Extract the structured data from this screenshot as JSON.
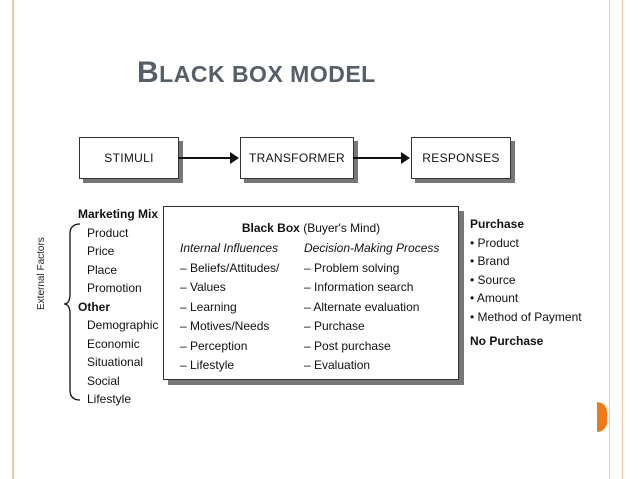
{
  "slide": {
    "title_first_letter": "B",
    "title_rest": "LACK BOX MODEL"
  },
  "flow": {
    "boxes": [
      "STIMULI",
      "TRANSFORMER",
      "RESPONSES"
    ]
  },
  "external_factors": {
    "axis_label": "External Factors",
    "marketing_mix_heading": "Marketing Mix",
    "marketing_mix_items": [
      "Product",
      "Price",
      "Place",
      "Promotion"
    ],
    "other_heading": "Other",
    "other_items": [
      "Demographic",
      "Economic",
      "Situational",
      "Social",
      "Lifestyle"
    ]
  },
  "black_box": {
    "title_bold": "Black Box",
    "title_rest": " (Buyer's Mind)",
    "internal_heading": "Internal Influences",
    "internal_items": [
      "– Beliefs/Attitudes/",
      "– Values",
      "– Learning",
      "– Motives/Needs",
      "– Perception",
      "– Lifestyle"
    ],
    "decision_heading": "Decision-Making Process",
    "decision_items": [
      "– Problem solving",
      "– Information search",
      "– Alternate evaluation",
      "– Purchase",
      "– Post purchase",
      "– Evaluation"
    ]
  },
  "responses": {
    "purchase_heading": "Purchase",
    "purchase_items": [
      "• Product",
      "• Brand",
      "• Source",
      "• Amount",
      "• Method of Payment"
    ],
    "no_purchase": "No Purchase"
  },
  "colors": {
    "title": "#565e68",
    "accent_border": "#f2c4a8",
    "orange_tab": "#f07a1a"
  }
}
